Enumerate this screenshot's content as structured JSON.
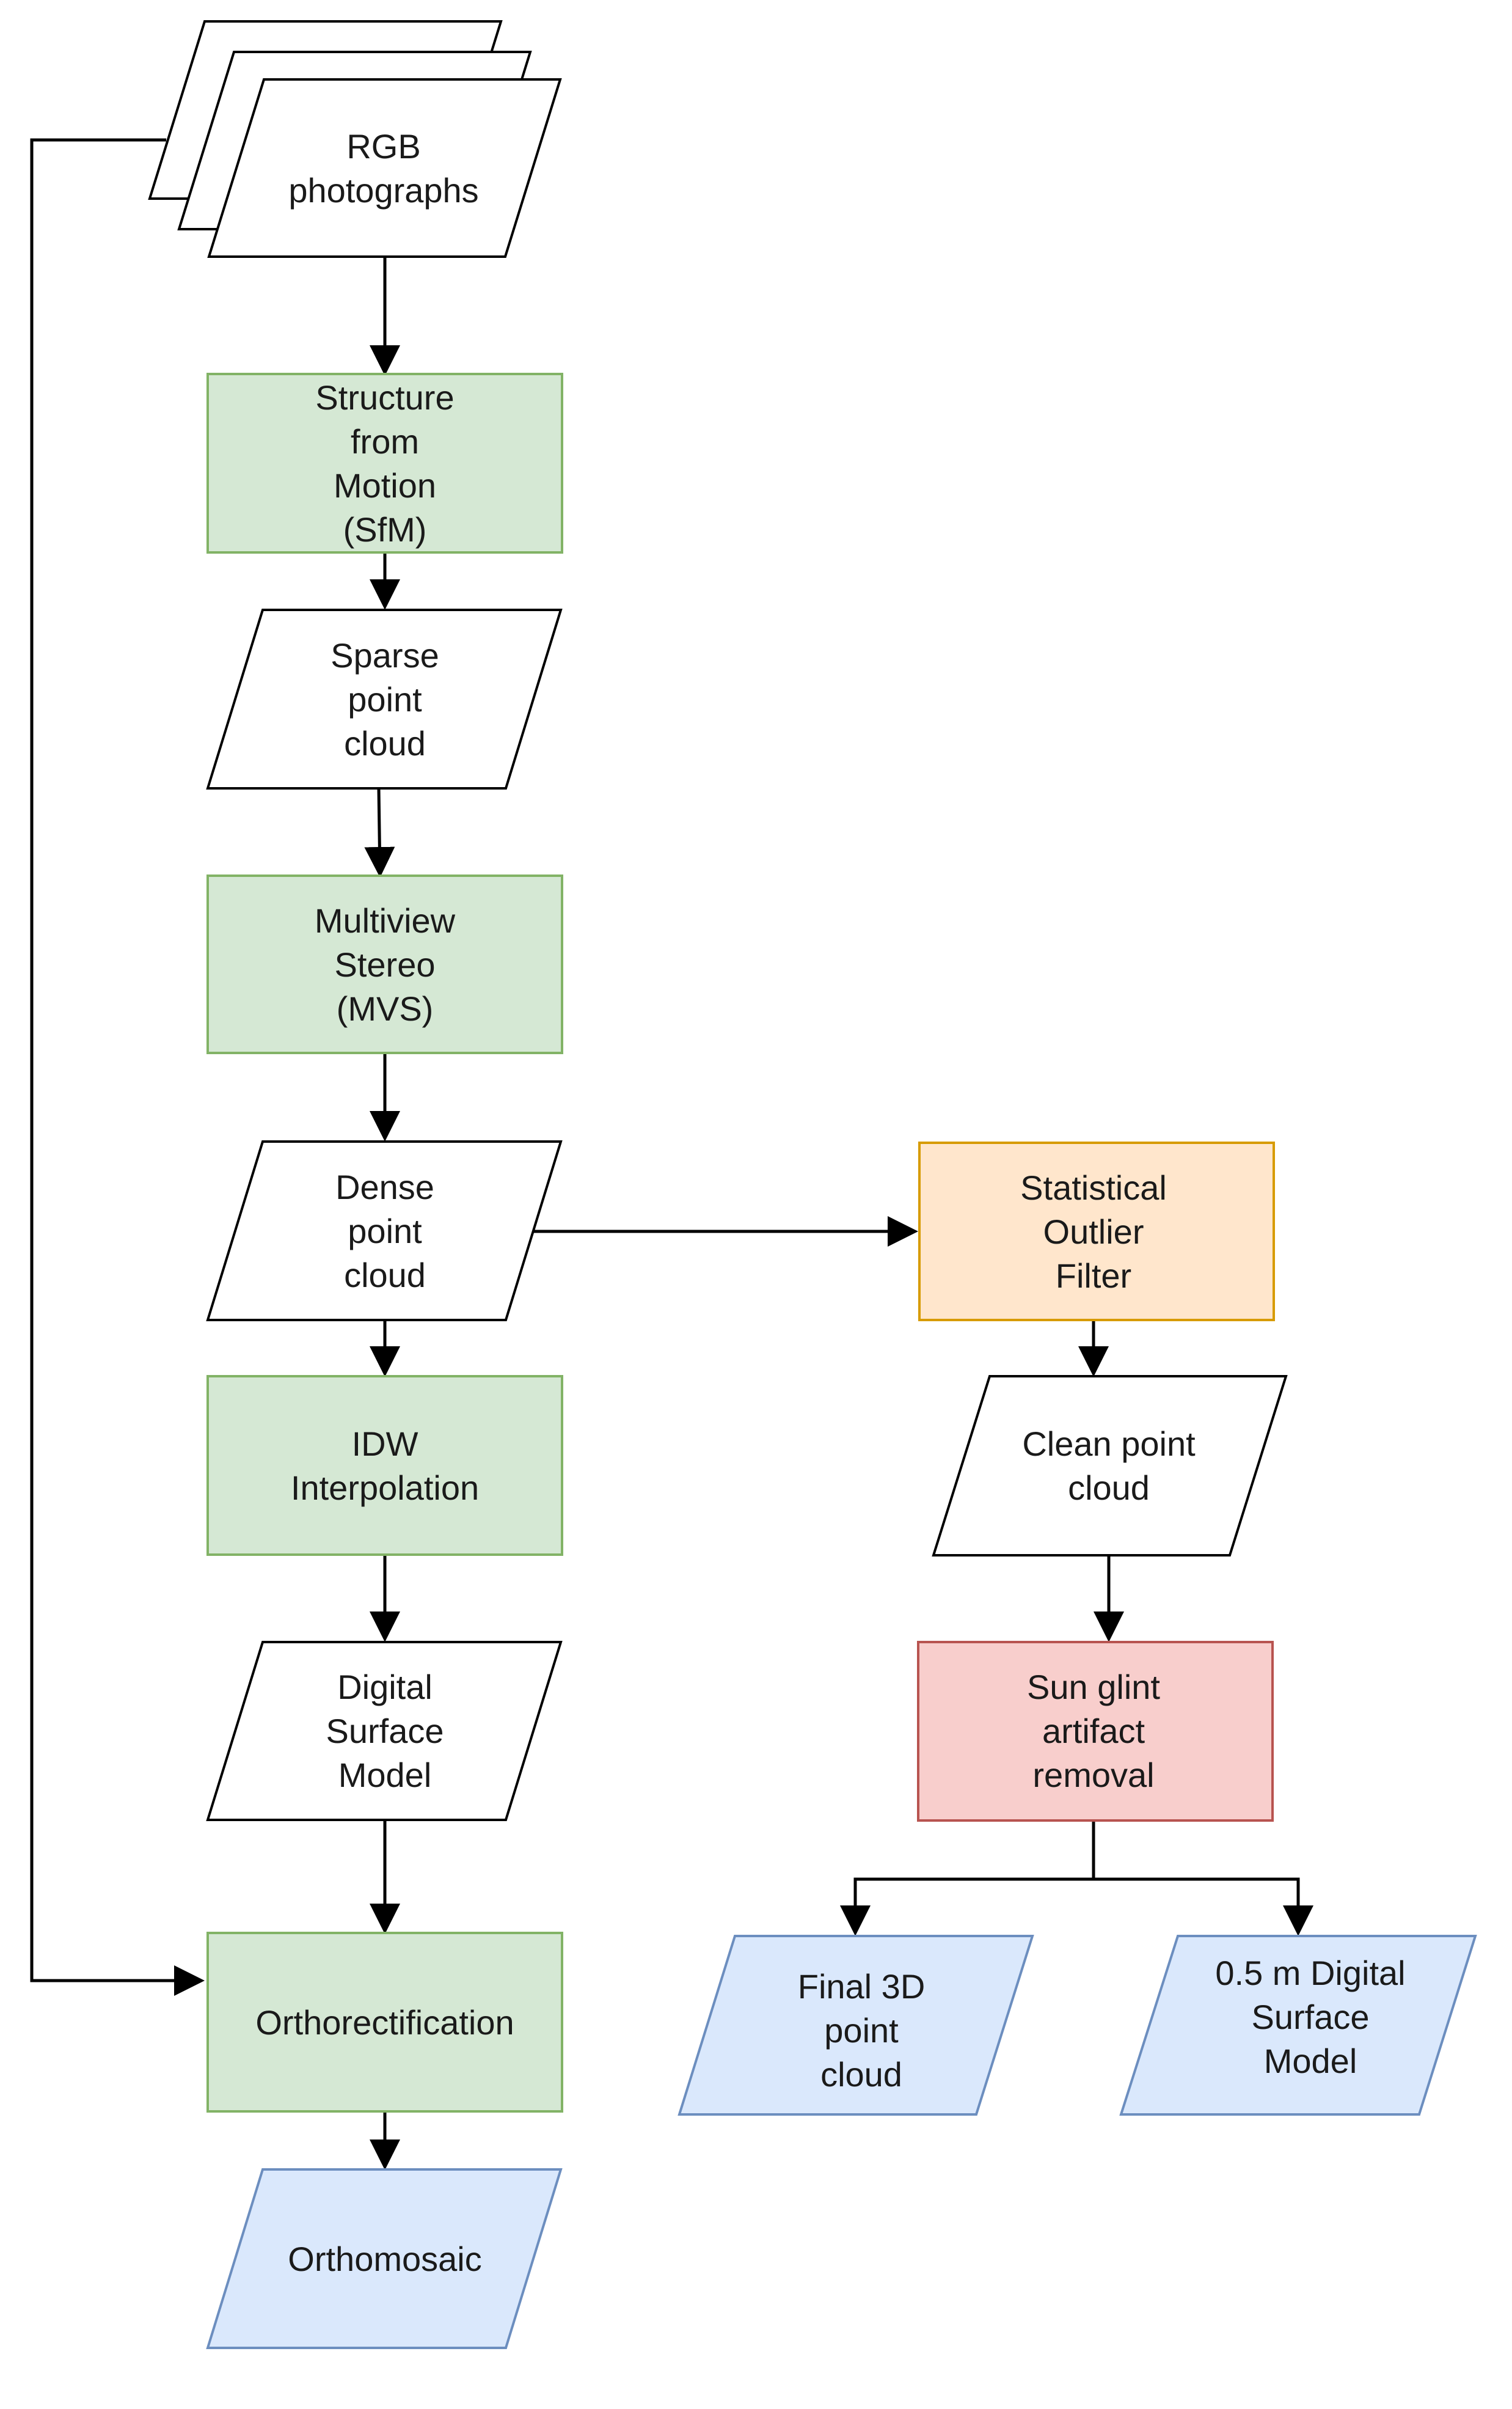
{
  "diagram": {
    "colors": {
      "process_fill": "#d5e8d4",
      "process_stroke": "#82b366",
      "filter_fill": "#ffe6cc",
      "filter_stroke": "#d79b00",
      "removal_fill": "#f8cecc",
      "removal_stroke": "#b85450",
      "output_fill": "#dae8fc",
      "output_stroke": "#6c8ebf",
      "data_fill": "#ffffff",
      "data_stroke": "#000000"
    },
    "nodes": {
      "rgb_photographs": {
        "lines": [
          "RGB",
          "photographs"
        ]
      },
      "sfm": {
        "lines": [
          "Structure",
          "from",
          "Motion",
          "(SfM)"
        ]
      },
      "sparse_point_cloud": {
        "lines": [
          "Sparse",
          "point",
          "cloud"
        ]
      },
      "mvs": {
        "lines": [
          "Multiview",
          "Stereo",
          "(MVS)"
        ]
      },
      "dense_point_cloud": {
        "lines": [
          "Dense",
          "point",
          "cloud"
        ]
      },
      "idw_interpolation": {
        "lines": [
          "IDW",
          "Interpolation"
        ]
      },
      "digital_surface_model": {
        "lines": [
          "Digital",
          "Surface",
          "Model"
        ]
      },
      "orthorectification": {
        "lines": [
          "Orthorectification"
        ]
      },
      "orthomosaic": {
        "lines": [
          "Orthomosaic"
        ]
      },
      "statistical_outlier_filter": {
        "lines": [
          "Statistical",
          "Outlier",
          "Filter"
        ]
      },
      "clean_point_cloud": {
        "lines": [
          "Clean point",
          "cloud"
        ]
      },
      "sun_glint_removal": {
        "lines": [
          "Sun glint",
          "artifact",
          "removal"
        ]
      },
      "final_3d_point_cloud": {
        "lines": [
          "Final 3D",
          "point",
          "cloud"
        ]
      },
      "dsm_05m": {
        "lines": [
          "0.5 m Digital",
          "Surface",
          "Model"
        ]
      }
    }
  }
}
